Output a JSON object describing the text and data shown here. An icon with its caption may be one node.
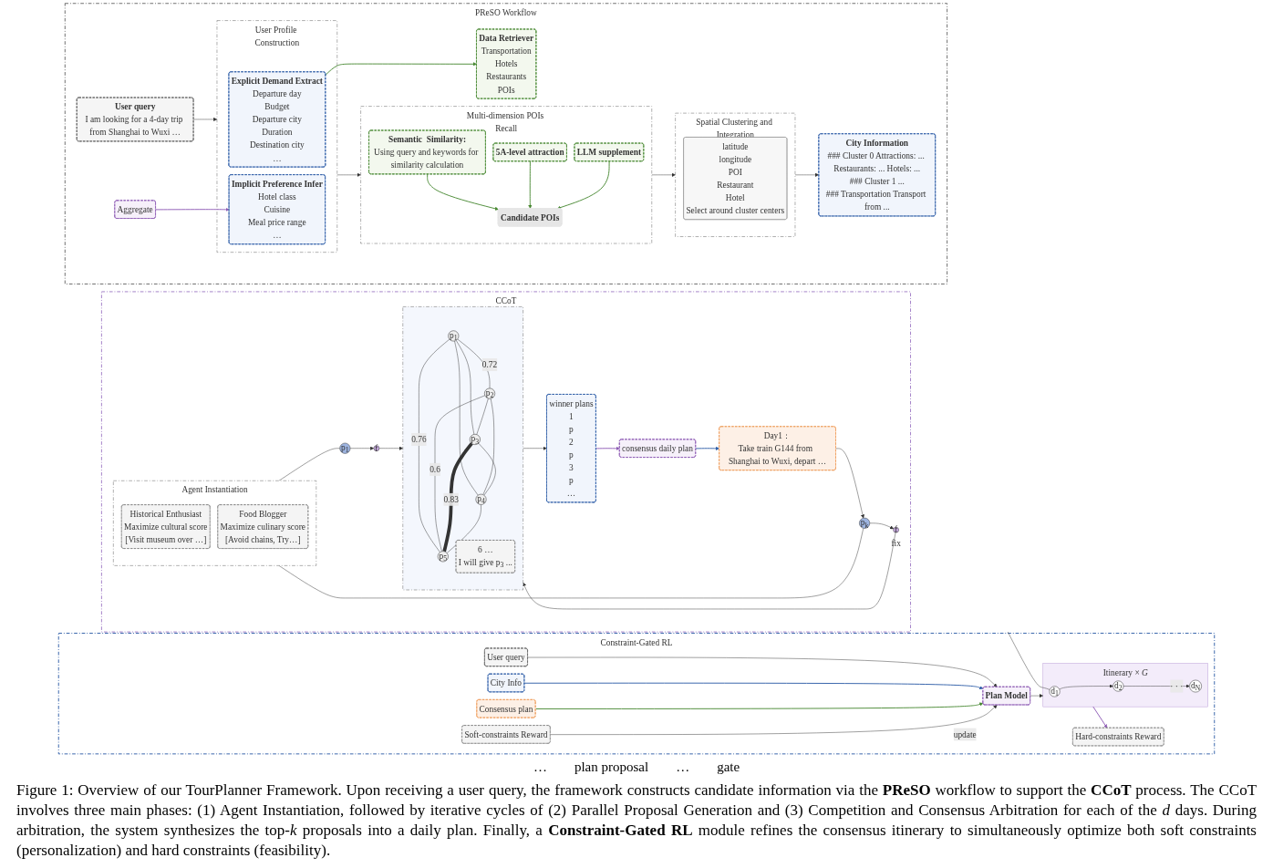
{
  "diagram": {
    "caption": "Figure 1: Overview of our TourPlanner Framework. Upon receiving a user query, the framework constructs candidate information via the **PReSO** workflow to support the **CCoT** process. The CCoT involves three main phases: (1) Agent Instantiation, followed by iterative cycles of (2) Parallel Proposal Generation and (3) Competition and Consensus Arbitration for each of the *d* days. During arbitration, the system synthesizes the top-*k* proposals into a daily plan. Finally, a **Constraint-Gated RL** module refines the consensus itinerary to simultaneously optimize both soft constraints (personalization) and hard constraints (feasibility).",
    "nodes": [
      {
        "text": [
          "PReSO Workflow"
        ]
      },
      {
        "text": [
          "User query",
          "I am looking for a 4-day trip from Shanghai to Wuxi …"
        ],
        "in": 0
      },
      {
        "text": [
          "Data Retriever",
          "Transportation",
          "Hotels",
          "Restaurants",
          "POIs"
        ],
        "in": 0
      },
      {
        "text": [
          "Aggregate"
        ],
        "in": 0
      },
      {
        "text": [
          "User Profile Construction"
        ],
        "in": 0
      },
      {
        "text": [
          "Explicit Demand Extract",
          "Departure day",
          "Budget",
          "Departure city",
          "Duration",
          "Destination city",
          "…"
        ],
        "in": 4
      },
      {
        "text": [
          "Implicit Preference Infer",
          "Hotel class",
          "Cuisine",
          "Meal price range",
          "…"
        ],
        "in": 4
      },
      {
        "text": [
          "Multi-dimension POIs Recall"
        ],
        "in": 0
      },
      {
        "text": [
          "Semantic  Similarity:",
          "Using query and keywords for similarity calculation"
        ],
        "in": 7
      },
      {
        "text": [
          "5A-level attraction"
        ],
        "in": 7
      },
      {
        "text": [
          "LLM supplement"
        ],
        "in": 7
      },
      {
        "text": [
          "Candidate POIs"
        ],
        "in": 7
      },
      {
        "text": [
          "Spatial Clustering and Integration"
        ],
        "in": 0
      },
      {
        "text": [
          "latitude",
          "longitude",
          "POI",
          "Restaurant",
          "Hotel",
          "Select around cluster centers"
        ],
        "in": 12
      },
      {
        "text": [
          "City Information",
          "### Cluster 0 Attractions: ... Restaurants: ... Hotels: ...",
          "### Cluster 1 ...",
          "### Transportation Transport from ..."
        ],
        "in": 0
      },
      {
        "text": [
          "CCoT"
        ]
      },
      {
        "text": [
          "Agent Instantiation"
        ],
        "in": 15
      },
      {
        "text": [
          "Historical Enthusiast",
          "Maximize cultural score",
          "[Visit museum over …]"
        ],
        "in": 16
      },
      {
        "text": [
          "Food Blogger",
          "Maximize culinary score",
          "[Avoid chains, Try…]"
        ],
        "in": 16
      },
      {
        "text": [
          "p$_{1}$"
        ],
        "in": 15
      },
      {
        "text": [
          "f"
        ],
        "in": 15
      },
      {
        "text": [
          "p$_{k}$"
        ],
        "in": 15
      },
      {
        "text": [
          "f"
        ],
        "in": 15,
        "beside": [
          "fix"
        ]
      },
      {
        "text": [],
        "shape": "box",
        "in": 15
      },
      {
        "text": [
          "p$_{1}$"
        ],
        "in": 23
      },
      {
        "text": [
          "p$_{2}$"
        ],
        "in": 23
      },
      {
        "text": [
          "p$_{5}$"
        ],
        "in": 23
      },
      {
        "text": [
          "p$_{3}$"
        ],
        "in": 23
      },
      {
        "text": [
          "p$_{4}$"
        ],
        "in": 23
      },
      {
        "text": [
          "6 …",
          "I will give p$_{3}$ ..."
        ],
        "in": 23
      },
      {
        "text": [
          "winner plans",
          "1",
          "p",
          "2",
          "p",
          "3",
          "p",
          "…"
        ],
        "in": 15
      },
      {
        "text": [
          "consensus daily plan"
        ],
        "in": 15
      },
      {
        "text": [
          "Day1：",
          "Take train G144 from  Shanghai to Wuxi, depart …"
        ],
        "in": 15
      },
      {
        "text": [
          "Constraint-Gated RL"
        ]
      },
      {
        "text": [
          "User query"
        ],
        "in": 33
      },
      {
        "text": [
          "City Info"
        ],
        "in": 33
      },
      {
        "text": [
          "Plan Model"
        ],
        "in": 33
      },
      {
        "text": [
          "Consensus plan"
        ],
        "in": 33
      },
      {
        "text": [
          "Itinerary × *G*"
        ],
        "in": 33
      },
      {
        "text": [
          "d$_{1}$"
        ],
        "in": 38
      },
      {
        "text": [
          "d$_{2}$"
        ],
        "in": 38
      },
      {
        "text": [
          "d$_{N}$"
        ],
        "in": 38
      },
      {
        "text": [
          "Hard-constraints Reward"
        ],
        "in": 33
      },
      {
        "text": [
          "Soft-constraints Reward"
        ],
        "in": 33
      }
    ],
    "edges": [
      {
        "from": 1,
        "to": 4,
        "arrow": "to"
      },
      {
        "from": 5,
        "to": 2,
        "arrow": "to",
        "color": "#4a8a34"
      },
      {
        "from": 3,
        "to": 6,
        "arrow": "to",
        "color": "#8e5bb5"
      },
      {
        "from": 4,
        "to": 7,
        "arrow": "to"
      },
      {
        "from": 8,
        "to": 11,
        "arrow": "to",
        "color": "#4a8a34"
      },
      {
        "from": 9,
        "to": 11,
        "arrow": "to",
        "color": "#4a8a34"
      },
      {
        "from": 10,
        "to": 11,
        "arrow": "to",
        "color": "#4a8a34"
      },
      {
        "from": 7,
        "to": 12,
        "arrow": "to"
      },
      {
        "from": 12,
        "to": 14,
        "arrow": "to"
      },
      {
        "from": 16,
        "to": 19,
        "arrow": "none"
      },
      {
        "from": 16,
        "to": 21,
        "arrow": "none"
      },
      {
        "from": 19,
        "to": 20,
        "arrow": "to"
      },
      {
        "from": 21,
        "to": 22,
        "arrow": "to"
      },
      {
        "from": 20,
        "to": 23,
        "arrow": "to"
      },
      {
        "from": 22,
        "to": 23,
        "arrow": "to"
      },
      {
        "from": 24,
        "to": 25,
        "arrow": "none",
        "label": "0.72"
      },
      {
        "from": 24,
        "to": 26,
        "arrow": "none",
        "label": "0.76"
      },
      {
        "from": 24,
        "to": 27,
        "arrow": "none"
      },
      {
        "from": 24,
        "to": 28,
        "arrow": "none"
      },
      {
        "from": 25,
        "to": 26,
        "arrow": "none",
        "label": "0.6"
      },
      {
        "from": 25,
        "to": 27,
        "arrow": "none"
      },
      {
        "from": 25,
        "to": 28,
        "arrow": "none"
      },
      {
        "from": 27,
        "to": 26,
        "arrow": "none",
        "label": "0.83",
        "style": "thick"
      },
      {
        "from": 27,
        "to": 28,
        "arrow": "none"
      },
      {
        "from": 28,
        "to": 26,
        "arrow": "none"
      },
      {
        "from": 23,
        "to": 30,
        "arrow": "to"
      },
      {
        "from": 30,
        "to": 31,
        "arrow": "to",
        "color": "#8e5bb5"
      },
      {
        "from": 31,
        "to": 32,
        "arrow": "to",
        "color": "#2f5ea8"
      },
      {
        "from": 32,
        "to": 21,
        "arrow": "to"
      },
      {
        "from": 34,
        "to": 36,
        "arrow": "to"
      },
      {
        "from": 35,
        "to": 36,
        "arrow": "to",
        "color": "#2f5ea8"
      },
      {
        "from": 37,
        "to": 36,
        "arrow": "to",
        "color": "#4a8a34"
      },
      {
        "from": 36,
        "to": 38,
        "arrow": "to"
      },
      {
        "from": null,
        "to": 39,
        "arrow": "none"
      },
      {
        "from": 39,
        "to": 40,
        "arrow": "to"
      },
      {
        "from": 40,
        "to": 41,
        "arrow": "to",
        "label": "· · ·"
      },
      {
        "from": 38,
        "to": 42,
        "arrow": "to",
        "color": "#8e5bb5"
      },
      {
        "from": 43,
        "to": 36,
        "arrow": "to",
        "label": "update"
      }
    ],
    "labels": [
      "…",
      "plan proposal",
      "…",
      "gate"
    ]
  }
}
